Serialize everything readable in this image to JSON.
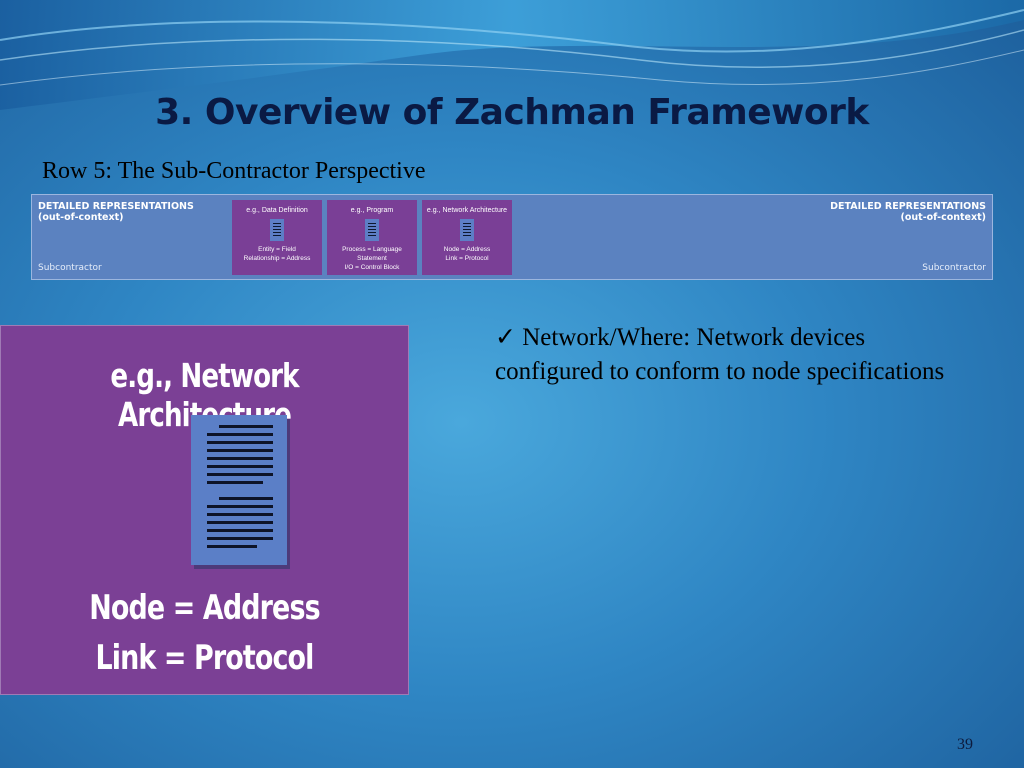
{
  "slide": {
    "title": "3. Overview of Zachman Framework",
    "subtitle": "Row 5: The Sub-Contractor Perspective",
    "page_number": "39"
  },
  "strip": {
    "left_heading": "DETAILED REPRESENTATIONS",
    "left_sub": "(out-of-context)",
    "left_footer": "Subcontractor",
    "right_heading": "DETAILED REPRESENTATIONS",
    "right_sub": "(out-of-context)",
    "right_footer": "Subcontractor",
    "cells": [
      {
        "title": "e.g., Data Definition",
        "line1": "Entity = Field",
        "line2": "Relationship = Address"
      },
      {
        "title": "e.g., Program",
        "line1": "Process = Language Statement",
        "line2": "I/O = Control Block"
      },
      {
        "title": "e.g., Network Architecture",
        "line1": "Node = Address",
        "line2": "Link = Protocol"
      }
    ]
  },
  "card": {
    "heading": "e.g., Network Architecture",
    "line1": "Node = Address",
    "line2": "Link = Protocol"
  },
  "bullet": {
    "checkmark": "✓",
    "text": "Network/Where: Network devices configured to conform to node specifications"
  },
  "colors": {
    "background": "#2f86c4",
    "card": "#7b4095",
    "strip": "#5b82c0",
    "title": "#0a1a44"
  }
}
